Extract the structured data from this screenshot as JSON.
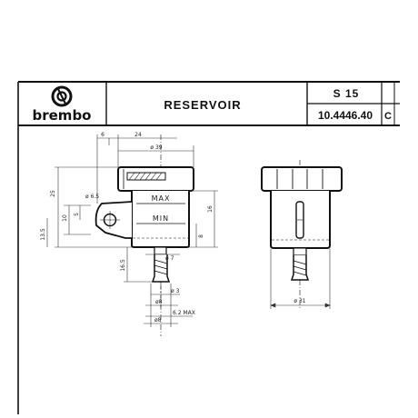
{
  "title_block": {
    "brand": "brembo",
    "drawing_title": "RESERVOIR",
    "sheet_code": "S 15",
    "part_number": "10.4446.40",
    "revision": "C"
  },
  "side_view": {
    "dim_top_6": "6",
    "dim_top_24": "24",
    "dim_dia_39": "ø 39",
    "dim_left_25": "25",
    "dim_left_13_5": "13.5",
    "dim_left_10": "10",
    "dim_left_5": "5",
    "dim_hole": "ø 6.5",
    "mark_max": "MAX",
    "mark_min": "MIN",
    "dim_right_16": "16",
    "dim_right_8": "8",
    "dim_16_5": "16.5",
    "dim_dia_7": "ø 7",
    "dim_dia_3": "ø 3",
    "dim_dia_8a": "ø8",
    "dim_dia_8b": "ø8",
    "dim_6_2_max": "6.2 MAX"
  },
  "front_view": {
    "dim_dia_31": "ø 31"
  }
}
